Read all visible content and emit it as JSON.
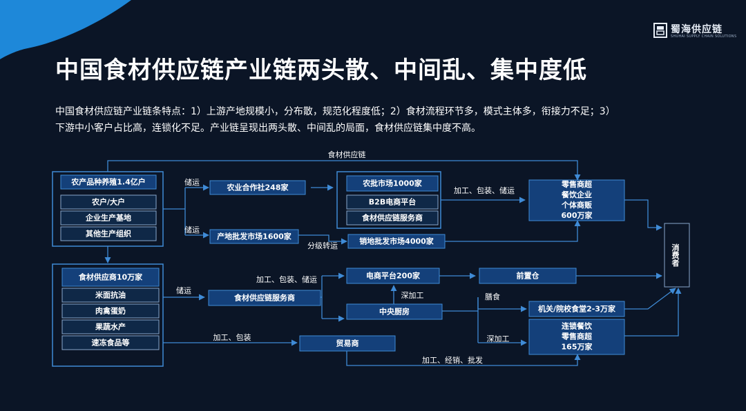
{
  "header": {
    "logo_name": "蜀海供应链",
    "logo_sub": "SHUHAI SUPPLY CHAIN SOLUTIONS",
    "title": "中国食材供应链产业链两头散、中间乱、集中度低",
    "desc_line1": "中国食材供应链产业链条特点：1）上游产地规模小，分布散，规范化程度低；2）食材流程环节多，模式主体多，衔接力不足；3）",
    "desc_line2": "下游中小客户占比高，连锁化不足。产业链呈现出两头散、中间乱的局面，食材供应链集中度不高。"
  },
  "colors": {
    "background": "#0b1526",
    "accent": "#3f8bd6",
    "box_fill": "#14407a",
    "corner": "#1e88d9"
  },
  "icons": {
    "logo": "shuhai-logo-icon"
  },
  "diagram": {
    "nodes": [
      {
        "id": "agri",
        "label": "农产品种养殖1.4亿户",
        "style": "solid"
      },
      {
        "id": "farmer",
        "label": "农户/大户",
        "style": "item"
      },
      {
        "id": "enterprise_base",
        "label": "企业生产基地",
        "style": "item"
      },
      {
        "id": "other_org",
        "label": "其他生产组织",
        "style": "item"
      },
      {
        "id": "supplier",
        "label": "食材供应商10万家",
        "style": "solid"
      },
      {
        "id": "rice",
        "label": "米面抗油",
        "style": "item"
      },
      {
        "id": "meat",
        "label": "肉禽蛋奶",
        "style": "item"
      },
      {
        "id": "fruit",
        "label": "果蔬水产",
        "style": "item"
      },
      {
        "id": "frozen",
        "label": "速冻食品等",
        "style": "item"
      },
      {
        "id": "coop",
        "label": "农业合作社248家",
        "style": "solid"
      },
      {
        "id": "origin_wholesale",
        "label": "产地批发市场1600家",
        "style": "solid"
      },
      {
        "id": "agri_wholesale",
        "label": "农批市场1000家",
        "style": "solid"
      },
      {
        "id": "b2b",
        "label": "B2B电商平台",
        "style": "item"
      },
      {
        "id": "scs_inner",
        "label": "食材供应链服务商",
        "style": "item"
      },
      {
        "id": "sales_wholesale",
        "label": "销地批发市场4000家",
        "style": "solid"
      },
      {
        "id": "scs",
        "label": "食材供应链服务商",
        "style": "solid"
      },
      {
        "id": "ecommerce",
        "label": "电商平台200家",
        "style": "solid"
      },
      {
        "id": "front_wh",
        "label": "前置仓",
        "style": "solid"
      },
      {
        "id": "central_kitchen",
        "label": "中央厨房",
        "style": "solid"
      },
      {
        "id": "trader",
        "label": "贸易商",
        "style": "solid"
      },
      {
        "id": "retail",
        "label": "零售商超\n餐饮企业\n个体商贩\n600万家",
        "style": "solid"
      },
      {
        "id": "canteen",
        "label": "机关/院校食堂2-3万家",
        "style": "solid"
      },
      {
        "id": "chain",
        "label": "连锁餐饮\n零售商超\n165万家",
        "style": "solid"
      },
      {
        "id": "consumer",
        "label": "消费者",
        "style": "empty"
      }
    ],
    "edge_labels": [
      {
        "id": "top",
        "text": "食材供应链"
      },
      {
        "id": "storage1",
        "text": "储运"
      },
      {
        "id": "storage2",
        "text": "储运"
      },
      {
        "id": "grade",
        "text": "分级转运"
      },
      {
        "id": "process1",
        "text": "加工、包装、储运"
      },
      {
        "id": "storage3",
        "text": "储运"
      },
      {
        "id": "process2",
        "text": "加工、包装、储运"
      },
      {
        "id": "deep1",
        "text": "深加工"
      },
      {
        "id": "meal",
        "text": "膳食"
      },
      {
        "id": "deep2",
        "text": "深加工"
      },
      {
        "id": "process3",
        "text": "加工、包装"
      },
      {
        "id": "process4",
        "text": "加工、经销、批发"
      }
    ]
  }
}
